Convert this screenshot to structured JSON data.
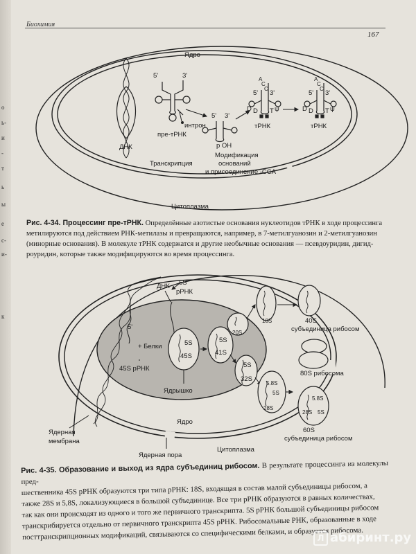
{
  "header": {
    "running_head": "Биохимия",
    "page_number": "167"
  },
  "fig34": {
    "nucleus": "Ядро",
    "dna": "ДНК",
    "pre_trna": "пре-тРНК",
    "intron": "интрон",
    "transcription": "Транскрипция",
    "p_oh": "p OH",
    "modification": [
      "Модификация",
      "оснований",
      "и присоединение -CCA"
    ],
    "trna": "тРНК",
    "cytoplasm": "Цитоплазма",
    "five_prime": "5'",
    "three_prime": "3'",
    "acc": [
      "A",
      "C",
      "C"
    ],
    "d": "D",
    "t": "T",
    "psi": "ψ",
    "caption_title": "Рис. 4-34. Процессинг пре-тРНК.",
    "caption_body": [
      "Определённые азотистые основания нуклеотидов тРНК в ходе процессинга",
      "метилируются под действием РНК-метилазы и превращаются, например, в 7-метилгуанозин и 2-метилгуанозин",
      "(минорные основания). В молекуле тРНК содержатся и другие необычные основания — псевдоуридин, дигид-",
      "роуридин, которые также модифицируются во время процессинга."
    ]
  },
  "fig35": {
    "dna": "ДНК",
    "rrna5s": [
      "5S",
      "рРНК"
    ],
    "five_prime": "5'",
    "proteins": "+ Белки",
    "rrna45s": "45S рРНК",
    "nucleolus": "Ядрышко",
    "nucleus": "Ядро",
    "nuclear_membrane": [
      "Ядерная",
      "мембрана"
    ],
    "nuclear_pore": "Ядерная пора",
    "cytoplasm": "Цитоплазма",
    "particle1": [
      "5S",
      "45S"
    ],
    "particle2": [
      "5S",
      "41S"
    ],
    "particle3": "20S",
    "particle4": [
      "5S",
      "32S"
    ],
    "particle5": [
      "5.8S",
      "5S",
      "28S"
    ],
    "particle6": "18S",
    "particle7": [
      "5.8S",
      "28S",
      "5S"
    ],
    "small_subunit": [
      "40S",
      "субъединица рибосом"
    ],
    "ribosome": "80S рибосома",
    "large_subunit": [
      "60S",
      "субъединица рибосом"
    ],
    "caption_lines": [
      {
        "bold": "Рис. 4-35. Образование и выход из ядра субъединиц рибосом.",
        "rest": " В результате процессинга из молекулы пред-"
      },
      {
        "bold": "",
        "rest": "шественника 45S рРНК образуются три типа рРНК: 18S, входящая в состав малой субъединицы рибосом, а"
      },
      {
        "bold": "",
        "rest": "также 28S и 5,8S, локализующиеся в большой субъединице. Все три рРНК образуются в равных количествах,"
      },
      {
        "bold": "",
        "rest": "так как они происходят из одного и того же первичного транскрипта. 5S рРНК большой субъединицы рибосом"
      },
      {
        "bold": "",
        "rest": "транскрибируется отдельно от первичного транскрипта 45S рРНК. Рибосомальные РНК, образованные в ходе"
      },
      {
        "bold": "",
        "rest": "посттранскрипционных модификаций, связываются со специфическими белками, и образуется рибосома."
      }
    ]
  },
  "edge_letters": [
    "о",
    "ь-",
    "и",
    "-",
    "т",
    "ь",
    "ы",
    "е",
    "с-",
    "и-",
    "к"
  ],
  "watermark": {
    "icon": "Л",
    "text": "абиринт.ру"
  }
}
